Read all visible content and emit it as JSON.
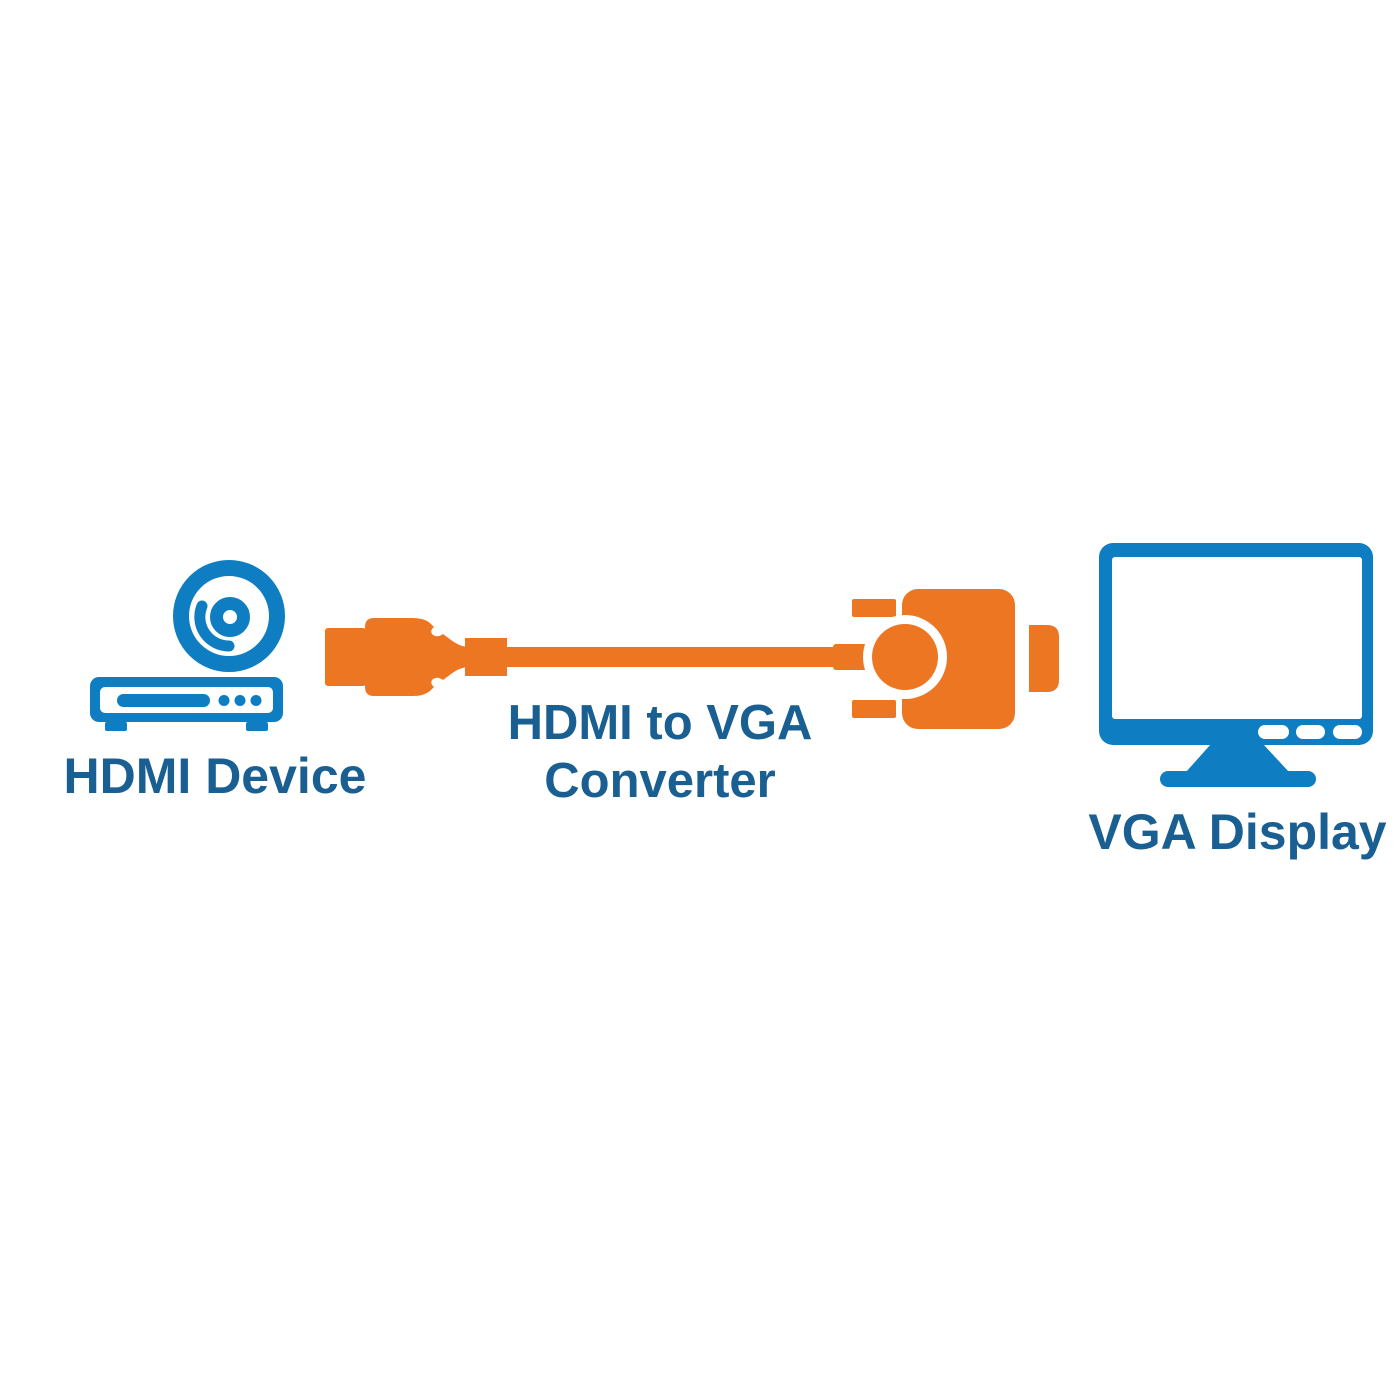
{
  "page": {
    "background": "#FFFFFF",
    "description": "HDMI to VGA Converter connection diagram"
  },
  "colors": {
    "orange": "#ED7623",
    "icon_blue": "#0E7DC2",
    "label_blue": "#1A5F92",
    "background": "#FFFFFF"
  },
  "diagram": {
    "source": {
      "label": "HDMI Device",
      "icons": [
        "disc-icon",
        "media-player-icon"
      ]
    },
    "converter": {
      "label_line1": "HDMI to VGA",
      "label_line2": "Converter",
      "icons": [
        "hdmi-connector-icon",
        "converter-cable",
        "vga-adapter-icon"
      ]
    },
    "display": {
      "label": "VGA Display",
      "icons": [
        "monitor-icon"
      ]
    }
  }
}
